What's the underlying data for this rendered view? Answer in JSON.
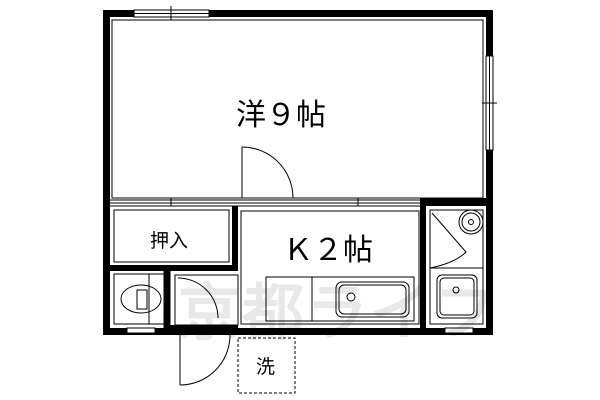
{
  "floor_plan": {
    "rooms": [
      {
        "id": "western",
        "label": "洋９帖"
      },
      {
        "id": "kitchen",
        "label": "Ｋ２帖"
      },
      {
        "id": "closet",
        "label": "押入"
      },
      {
        "id": "laundry",
        "label": "洗"
      }
    ],
    "watermark": "京都ライフ",
    "fixtures": [
      "toilet",
      "kitchen-sink",
      "washbasin",
      "water-heater",
      "doors",
      "windows"
    ],
    "colors": {
      "wall": "#000000",
      "background": "#ffffff",
      "watermark": "#e8e8e8"
    }
  }
}
